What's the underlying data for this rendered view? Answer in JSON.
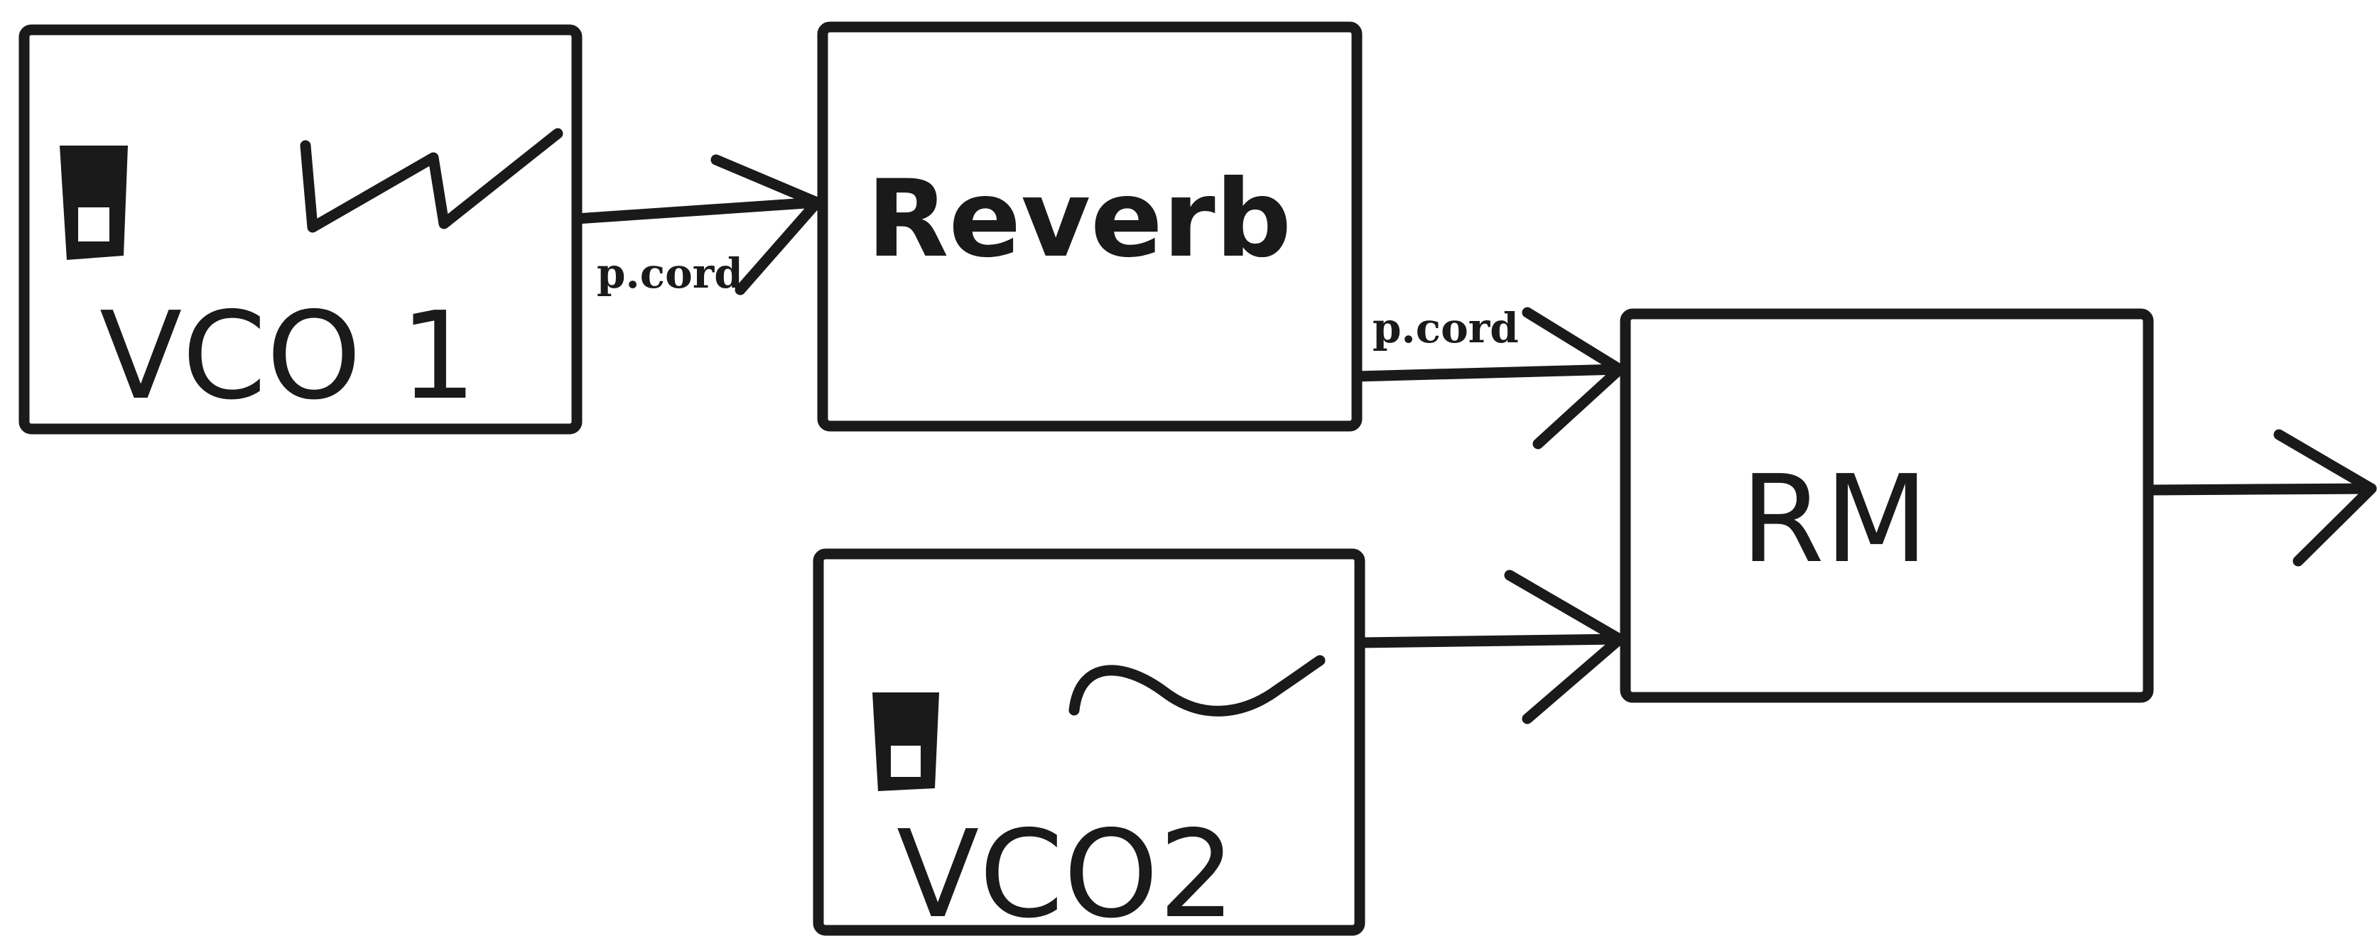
{
  "blocks": {
    "vco1": {
      "label": "VCO 1",
      "waveform": "sawtooth-wave-icon"
    },
    "reverb": {
      "label": "Reverb"
    },
    "vco2": {
      "label": "VCO2",
      "waveform": "sine-wave-icon"
    },
    "rm": {
      "label": "RM"
    }
  },
  "connections": {
    "vco1_to_reverb": "p.cord",
    "reverb_to_rm": "p.cord"
  },
  "colors": {
    "ink": "#1a1a1a",
    "background": "#ffffff"
  }
}
